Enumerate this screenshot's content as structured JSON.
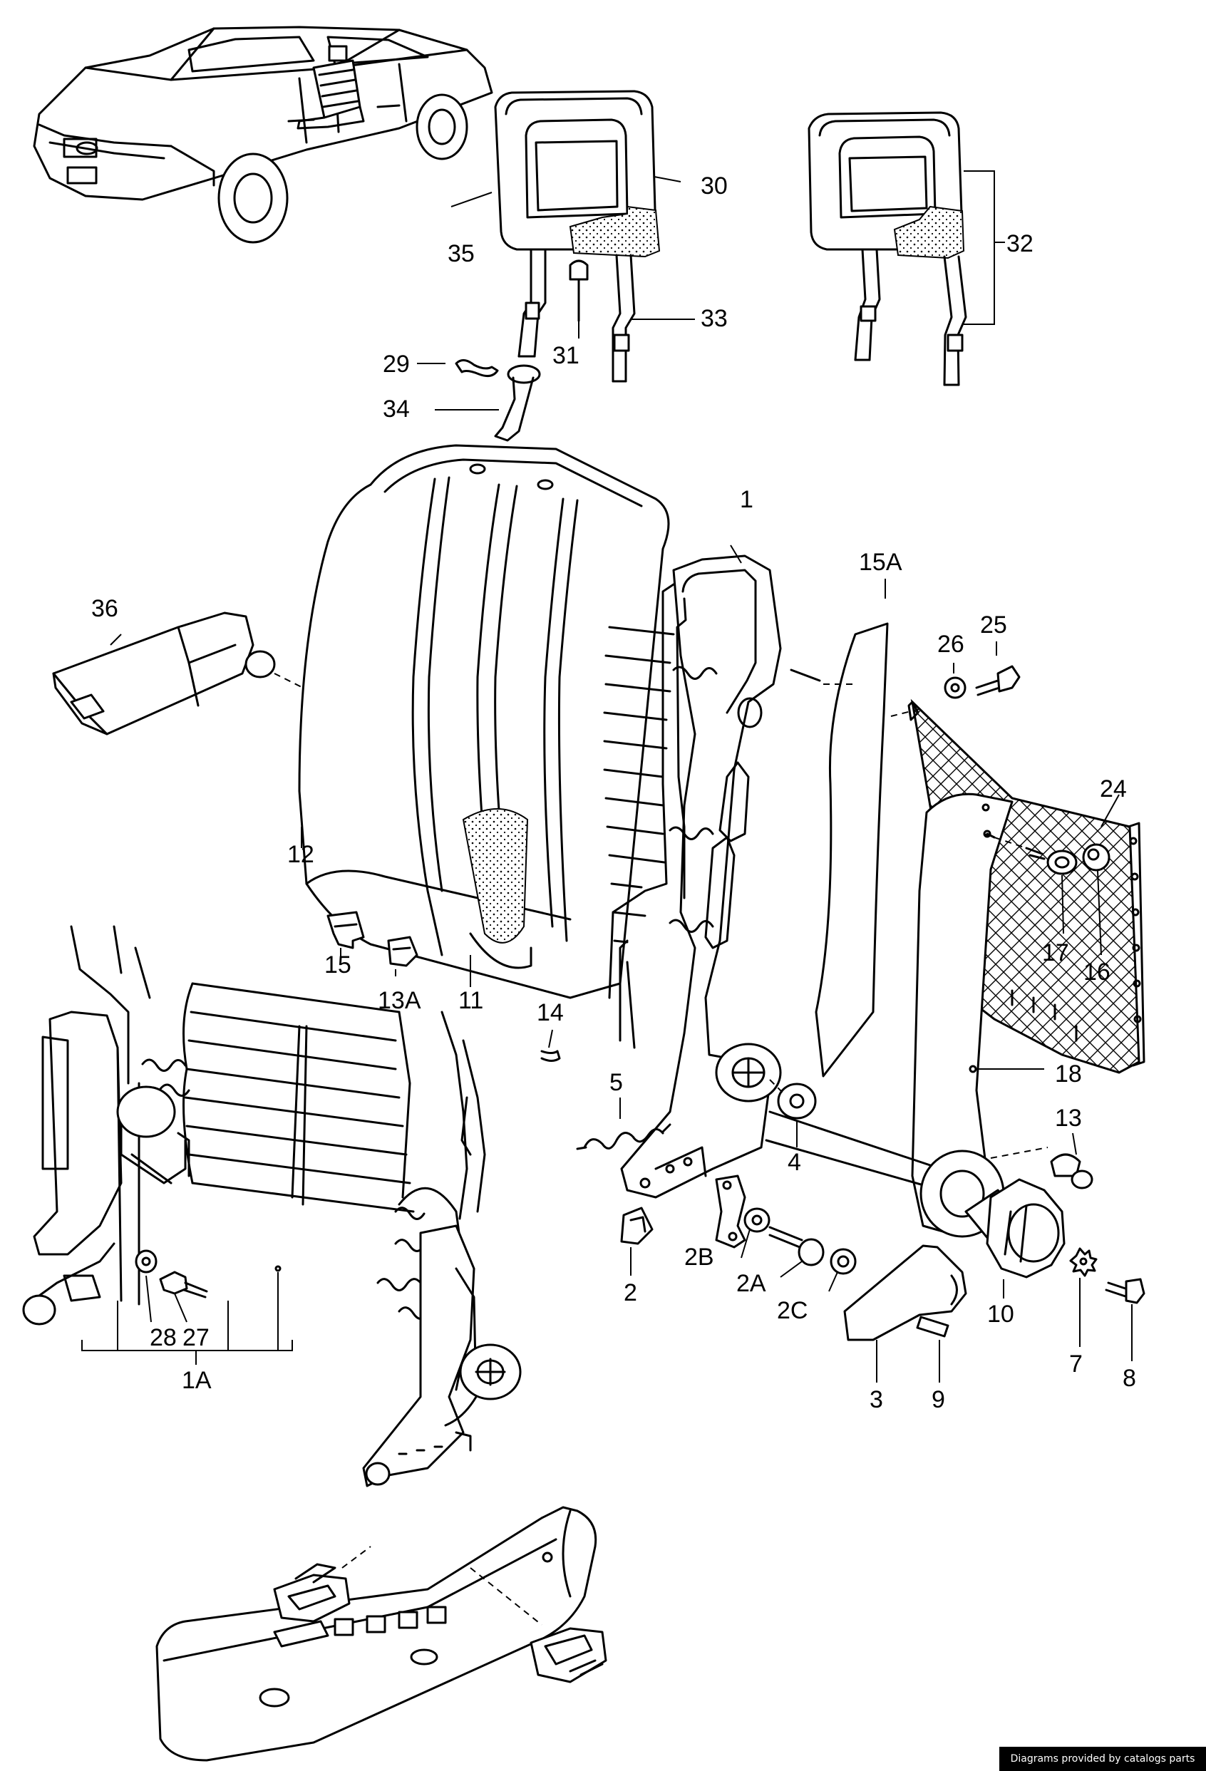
{
  "callouts": [
    "1",
    "1A",
    "2",
    "2A",
    "2B",
    "2C",
    "3",
    "4",
    "5",
    "7",
    "8",
    "9",
    "10",
    "11",
    "12",
    "13",
    "13A",
    "14",
    "15",
    "15A",
    "16",
    "17",
    "18",
    "24",
    "25",
    "26",
    "27",
    "28",
    "29",
    "30",
    "31",
    "32",
    "33",
    "34",
    "35",
    "36"
  ],
  "credit": "Diagrams provided by catalogs parts"
}
